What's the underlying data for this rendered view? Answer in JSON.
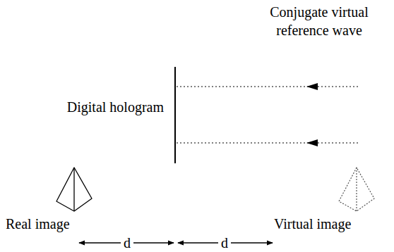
{
  "diagram": {
    "labels": [
      "Conjugate virtual reference wave",
      "Digital hologram",
      "Real image",
      "Virtual image",
      "d",
      "d"
    ]
  }
}
